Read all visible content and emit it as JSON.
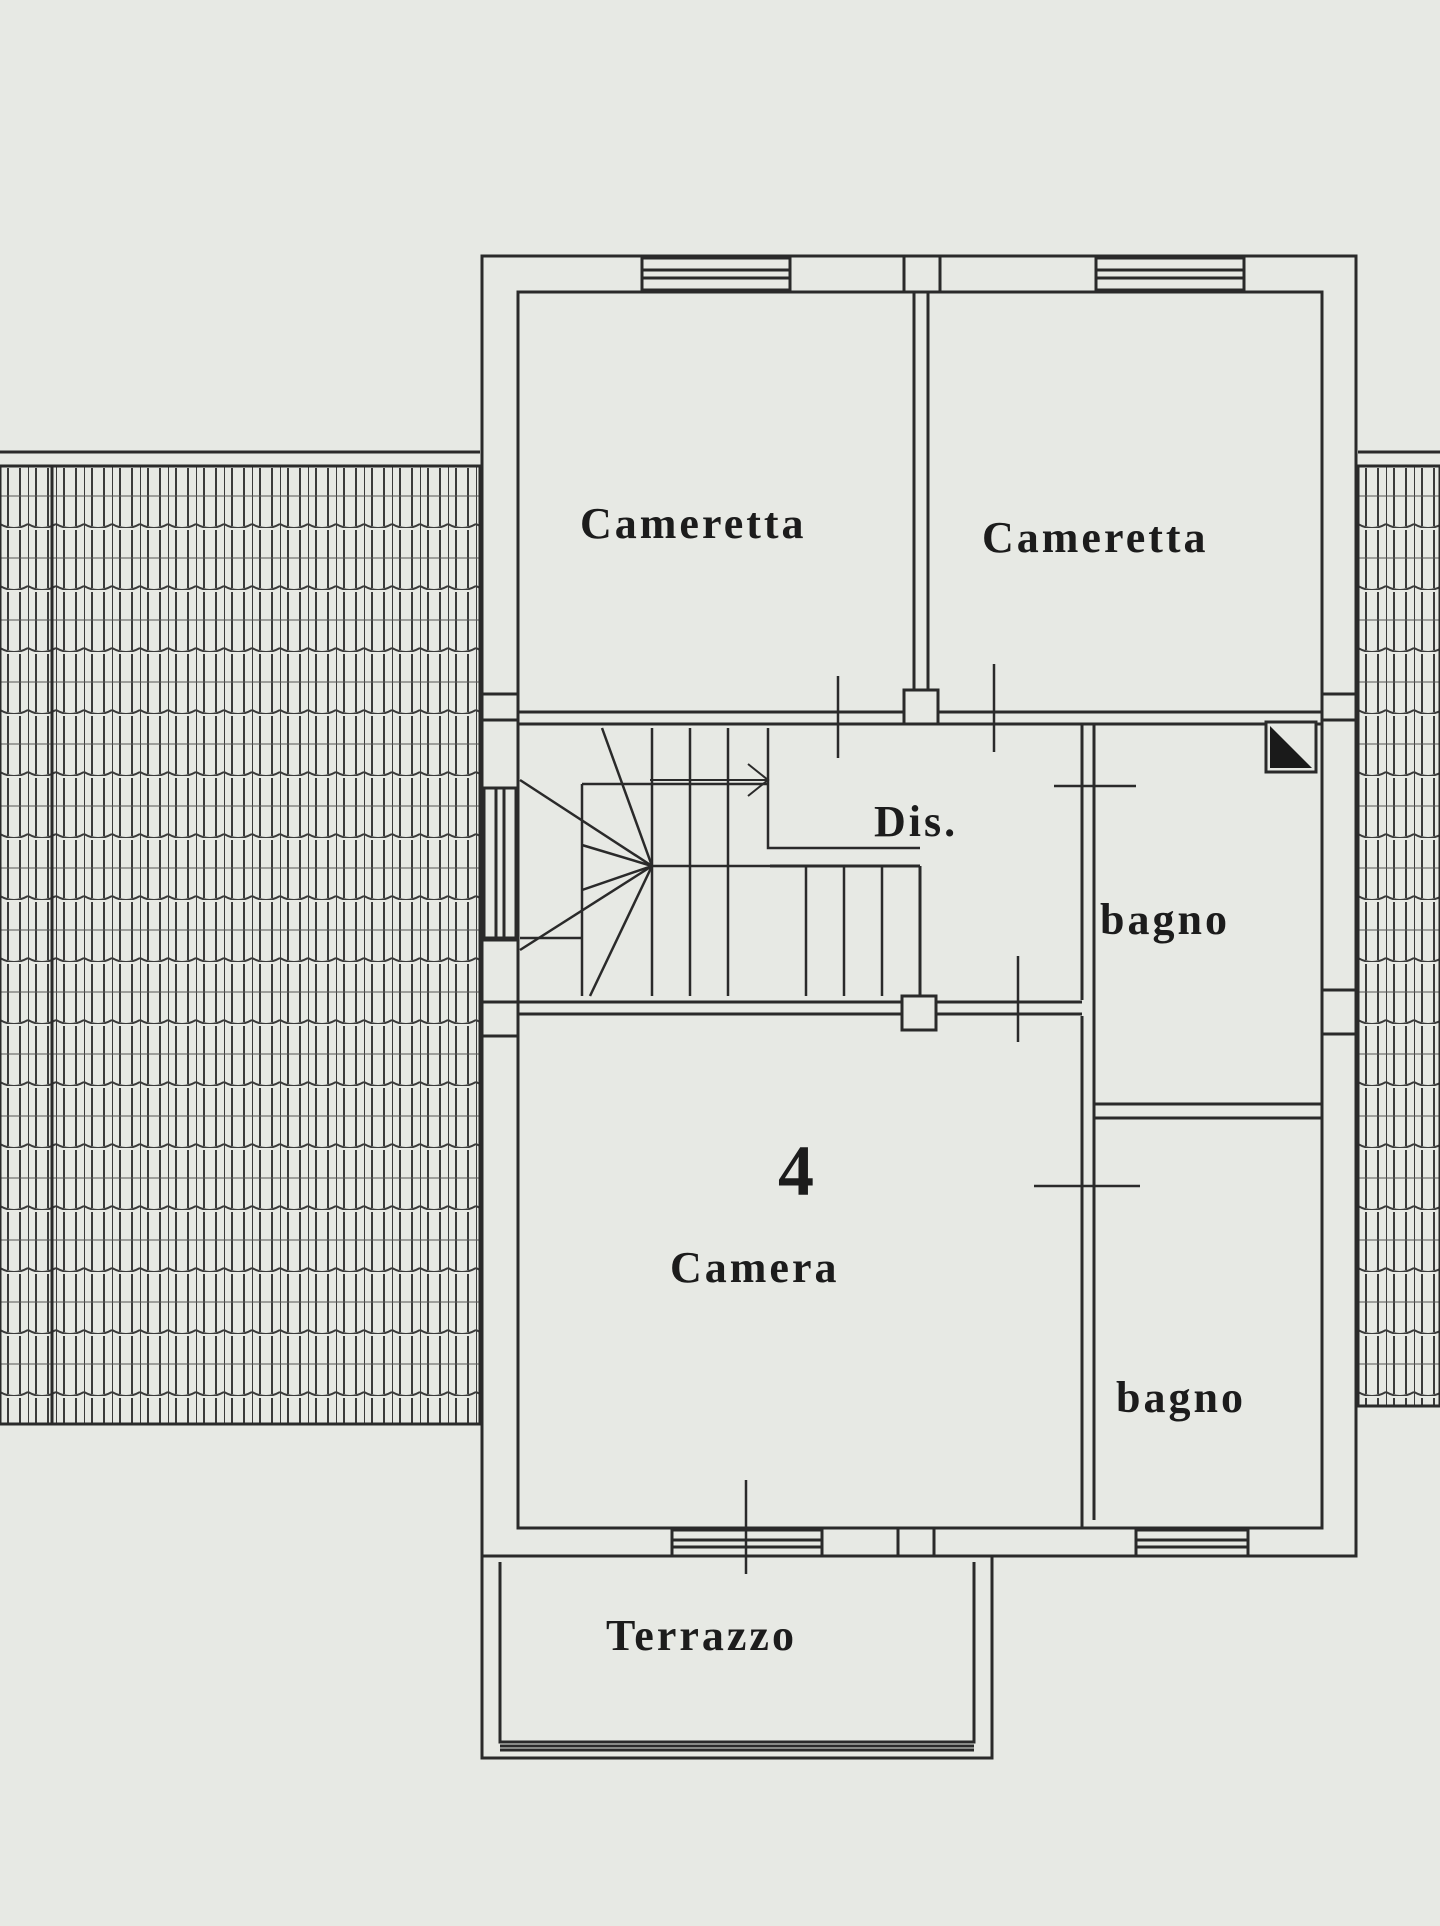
{
  "floor_plan": {
    "floor_number": "4",
    "rooms": {
      "cameretta_left": "Cameretta",
      "cameretta_right": "Cameretta",
      "dis": "Dis.",
      "bagno_top": "bagno",
      "camera": "Camera",
      "bagno_bottom": "bagno",
      "terrazzo": "Terrazzo"
    },
    "colors": {
      "paper": "#e7e9e4",
      "ink": "#2a2a2a",
      "fill_dark": "#1a1a1a"
    }
  }
}
